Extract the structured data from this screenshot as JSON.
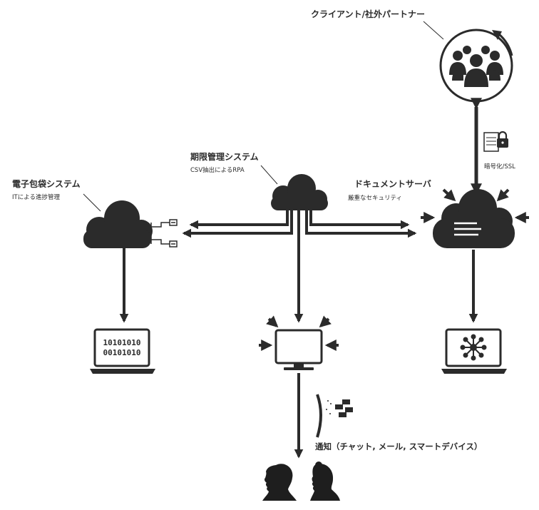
{
  "labels": {
    "client": "クライアント/社外パートナー",
    "encryption": "暗号化/SSL",
    "deadline_title": "期限管理システム",
    "deadline_sub": "CSV抽出によるRPA",
    "epack_title": "電子包袋システム",
    "epack_sub": "ITによる進捗管理",
    "docserver_title": "ドキュメントサーバ",
    "docserver_sub": "厳重なセキュリティ",
    "notification": "通知（チャット, メール, スマートデバイス）"
  },
  "screen_binary": {
    "row1": "10101010",
    "row2": "00101010"
  },
  "colors": {
    "ink": "#2b2b2b",
    "background": "#ffffff"
  },
  "icons": {
    "client": "people-group-icon",
    "cloud": "cloud-icon",
    "laptop": "laptop-icon",
    "monitor": "monitor-icon",
    "document_lock": "document-lock-icon",
    "messages": "messages-icon",
    "people": "person-silhouettes-icon"
  }
}
